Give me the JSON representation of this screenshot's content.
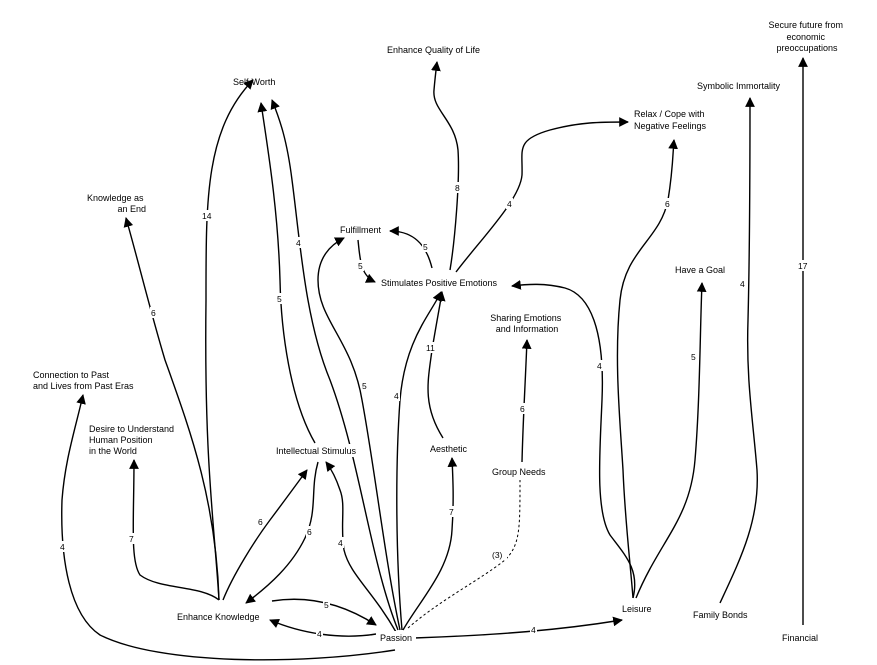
{
  "nodes": {
    "passion": "Passion",
    "enhance_knowledge": "Enhance Knowledge",
    "leisure": "Leisure",
    "family_bonds": "Family Bonds",
    "financial": "Financial",
    "self_worth": "Self-Worth",
    "enhance_quality": "Enhance Quality of Life",
    "secure_future": [
      "Secure future from",
      "economic",
      "preoccupations"
    ],
    "symbolic_immortality": "Symbolic Immortality",
    "relax_cope": [
      "Relax / Cope with",
      "Negative Feelings"
    ],
    "knowledge_end": [
      "Knowledge as",
      "an End"
    ],
    "fulfillment": "Fulfillment",
    "stimulates": "Stimulates Positive Emotions",
    "have_goal": "Have a Goal",
    "sharing": [
      "Sharing Emotions",
      "and Information"
    ],
    "connection_past": [
      "Connection to Past",
      "and Lives from Past Eras"
    ],
    "desire_understand": [
      "Desire to Understand",
      "Human Position",
      "in the World"
    ],
    "intellectual": "Intellectual Stimulus",
    "aesthetic": "Aesthetic",
    "group_needs": "Group Needs"
  },
  "edges": {
    "ek_selfworth": "14",
    "ek_knowledge_end": "6",
    "ek_desire": "7",
    "passion_connection": "4",
    "intellectual_selfworth": "5",
    "passion_selfworth": "4",
    "passion_fulfillment": "5",
    "stimulates_fulfillment": "5",
    "fulfillment_stimulates": "5",
    "stimulates_quality": "8",
    "stimulates_relax": "4",
    "passion_stimulates": "4",
    "aesthetic_stimulates": "11",
    "ek_intellectual": "6",
    "intellectual_ek": "6",
    "passion_intellectual": "4",
    "passion_aesthetic": "7",
    "passion_group": "(3)",
    "group_sharing": "6",
    "leisure_stimulates": "4",
    "leisure_relax": "6",
    "leisure_goal": "5",
    "family_symbolic": "4",
    "financial_secure": "17",
    "ek_passion": "5",
    "passion_ek": "4",
    "passion_leisure": "4"
  }
}
